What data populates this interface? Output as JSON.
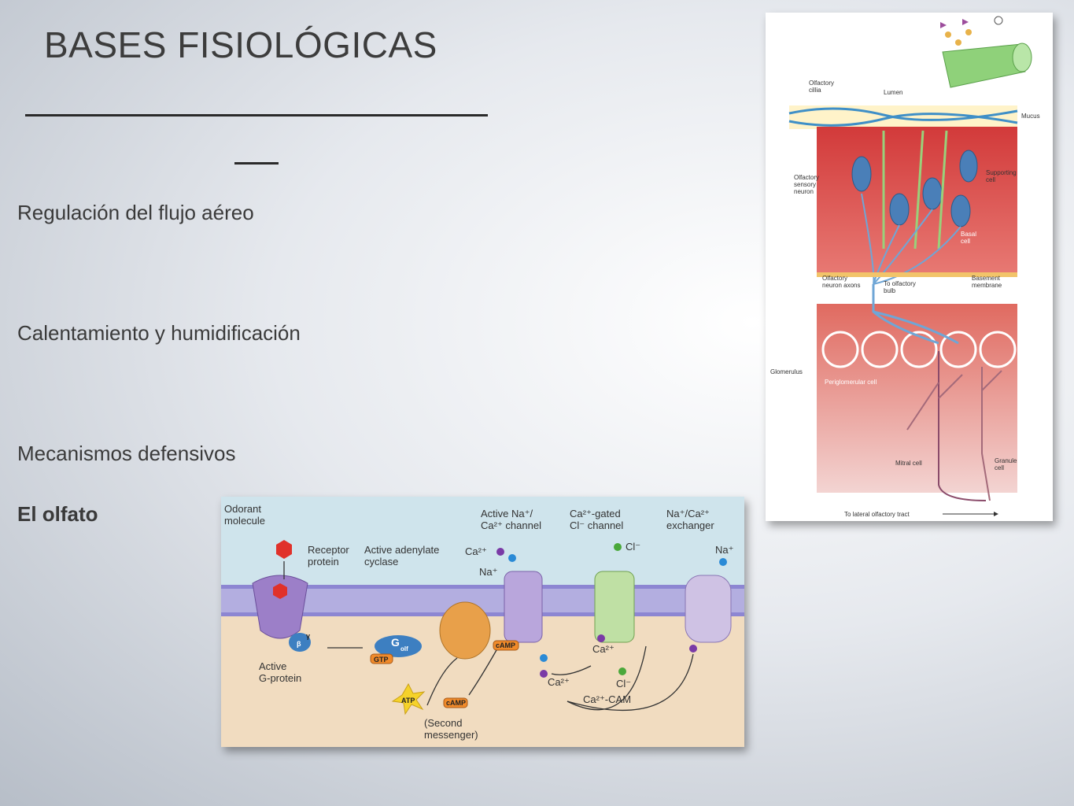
{
  "slide": {
    "title": "BASES FISIOLÓGICAS",
    "title_underline": "____________________________",
    "bullets": [
      "Regulación del flujo aéreo",
      "Calentamiento y humidificación",
      "Mecanismos defensivos",
      "El olfato"
    ]
  },
  "epithelium_figure": {
    "labels": {
      "cilia": "Olfactory\ncillia",
      "lumen": "Lumen",
      "mucus": "Mucus",
      "sensory": "Olfactory\nsensory\nneuron",
      "supporting": "Supporting\ncell",
      "basal": "Basal\ncell",
      "axons": "Olfactory\nneuron axons",
      "bulb": "To olfactory\nbulb",
      "basement": "Basement\nmembrane",
      "glomerulus": "Glomerulus",
      "periglomerular": "Periglomerular cell",
      "mitral": "Mitral cell",
      "granule": "Granule\ncell",
      "tract": "To lateral olfactory tract"
    }
  },
  "transduction_figure": {
    "labels": {
      "odorant": "Odorant\nmolecule",
      "receptor": "Receptor\nprotein",
      "adenylate": "Active adenylate\ncyclase",
      "na_ca_channel": "Active Na⁺/\nCa²⁺ channel",
      "cl_channel": "Ca²⁺-gated\nCl⁻ channel",
      "exchanger": "Na⁺/Ca²⁺\nexchanger",
      "gprotein": "Active\nG-protein",
      "second_messenger": "(Second\nmessenger)",
      "ca": "Ca²⁺",
      "na": "Na⁺",
      "cl": "Cl⁻",
      "ca_cam": "Ca²⁺-CAM",
      "gtp": "GTP",
      "golf": "G",
      "golf_sub": "olf",
      "atp": "ATP",
      "camp": "cAMP",
      "beta": "β",
      "gamma": "γ"
    }
  }
}
